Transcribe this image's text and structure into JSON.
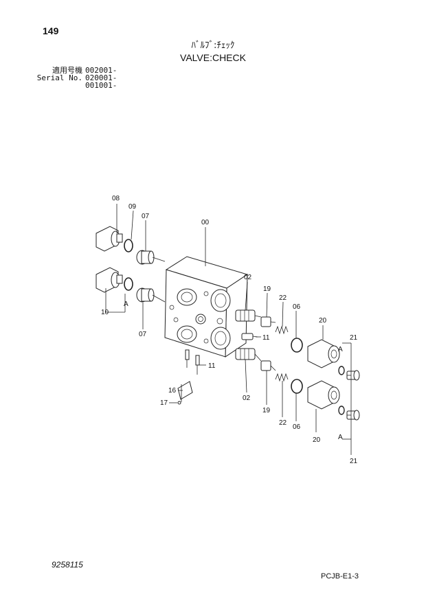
{
  "page_number": "149",
  "title_jp": "ﾊﾞﾙﾌﾞ:ﾁｪｯｸ",
  "title_en": "VALVE:CHECK",
  "serial_rows": [
    {
      "label": "適用号機",
      "value": "002001-"
    },
    {
      "label": "Serial No.",
      "value": "020001-"
    },
    {
      "label": "",
      "value": "001001-"
    }
  ],
  "part_labels": {
    "p08": "08",
    "p09": "09",
    "p07_top": "07",
    "p00": "00",
    "p02_top": "02",
    "p19_top": "19",
    "p22_top": "22",
    "p06_top": "06",
    "p20_top": "20",
    "p21_top": "21",
    "p11_top": "11",
    "p11_bottom": "11",
    "p10": "10",
    "a_left": "A",
    "p07_bottom": "07",
    "p16": "16",
    "p17": "17",
    "p02_bottom": "02",
    "p19_bottom": "19",
    "p22_bottom": "22",
    "p06_bottom": "06",
    "p20_bottom": "20",
    "a_right_top": "A",
    "a_right_bottom": "A",
    "p21_bottom": "21"
  },
  "drawing_number": "9258115",
  "sheet_code": "PCJB-E1-3"
}
